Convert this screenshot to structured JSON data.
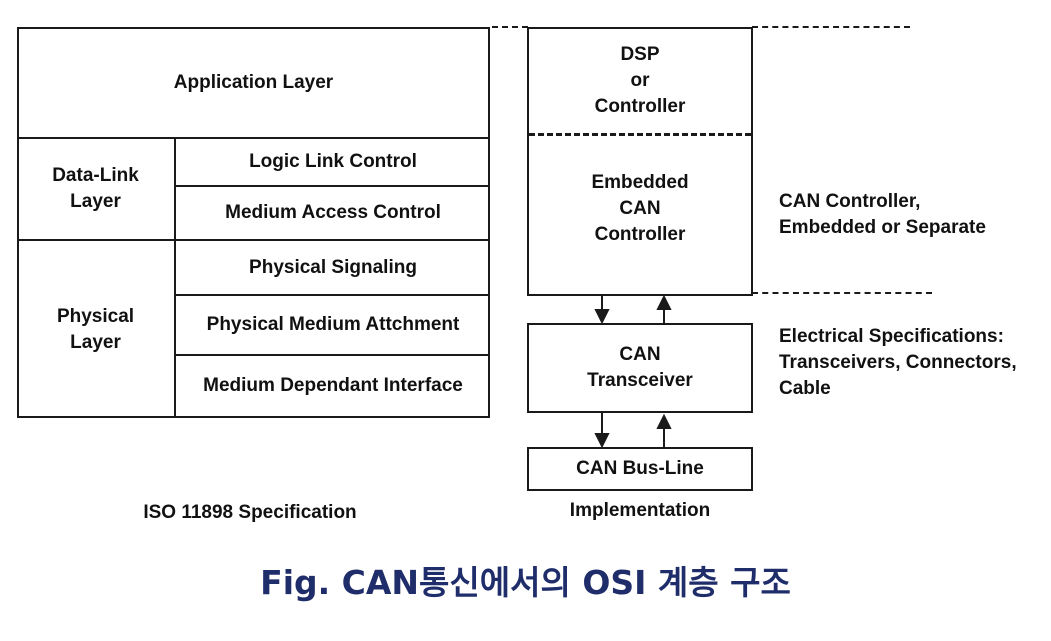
{
  "left_stack": {
    "application_layer": "Application Layer",
    "data_link_layer": "Data-Link\nLayer",
    "logic_link_control": "Logic Link Control",
    "medium_access_control": "Medium Access Control",
    "physical_layer": "Physical\nLayer",
    "physical_signaling": "Physical Signaling",
    "physical_medium_attachment": "Physical Medium Attchment",
    "medium_dependant_interface": "Medium Dependant Interface",
    "caption": "ISO 11898 Specification"
  },
  "right_stack": {
    "dsp_controller": "DSP\nor\nController",
    "embedded_can_controller": "Embedded\nCAN\nController",
    "can_transceiver": "CAN\nTransceiver",
    "can_bus_line": "CAN Bus-Line",
    "caption": "Implementation"
  },
  "annotations": {
    "can_controller_note": "CAN Controller,\nEmbedded or Separate",
    "electrical_note": "Electrical Specifications:\nTransceivers, Connectors,\nCable"
  },
  "figure_caption": "Fig. CAN통신에서의 OSI 계층 구조",
  "colors": {
    "line": "#1a1a1a",
    "caption": "#1f2e6b"
  }
}
